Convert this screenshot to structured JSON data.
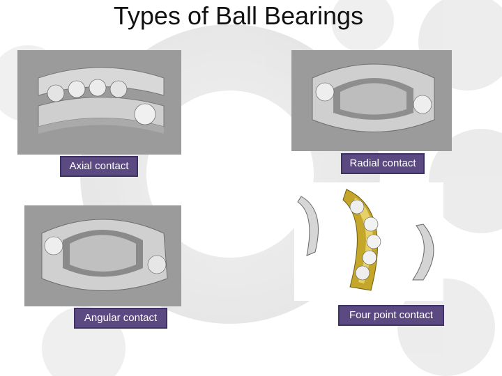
{
  "slide": {
    "title": "Types of Ball Bearings"
  },
  "bearings": [
    {
      "label": "Axial contact"
    },
    {
      "label": "Radial contact"
    },
    {
      "label": "Angular contact"
    },
    {
      "label": "Four point contact"
    }
  ],
  "colors": {
    "caption_bg": "#5b4a82",
    "photo_bg": "#9b9b9b",
    "cage": "#b8a02a"
  }
}
